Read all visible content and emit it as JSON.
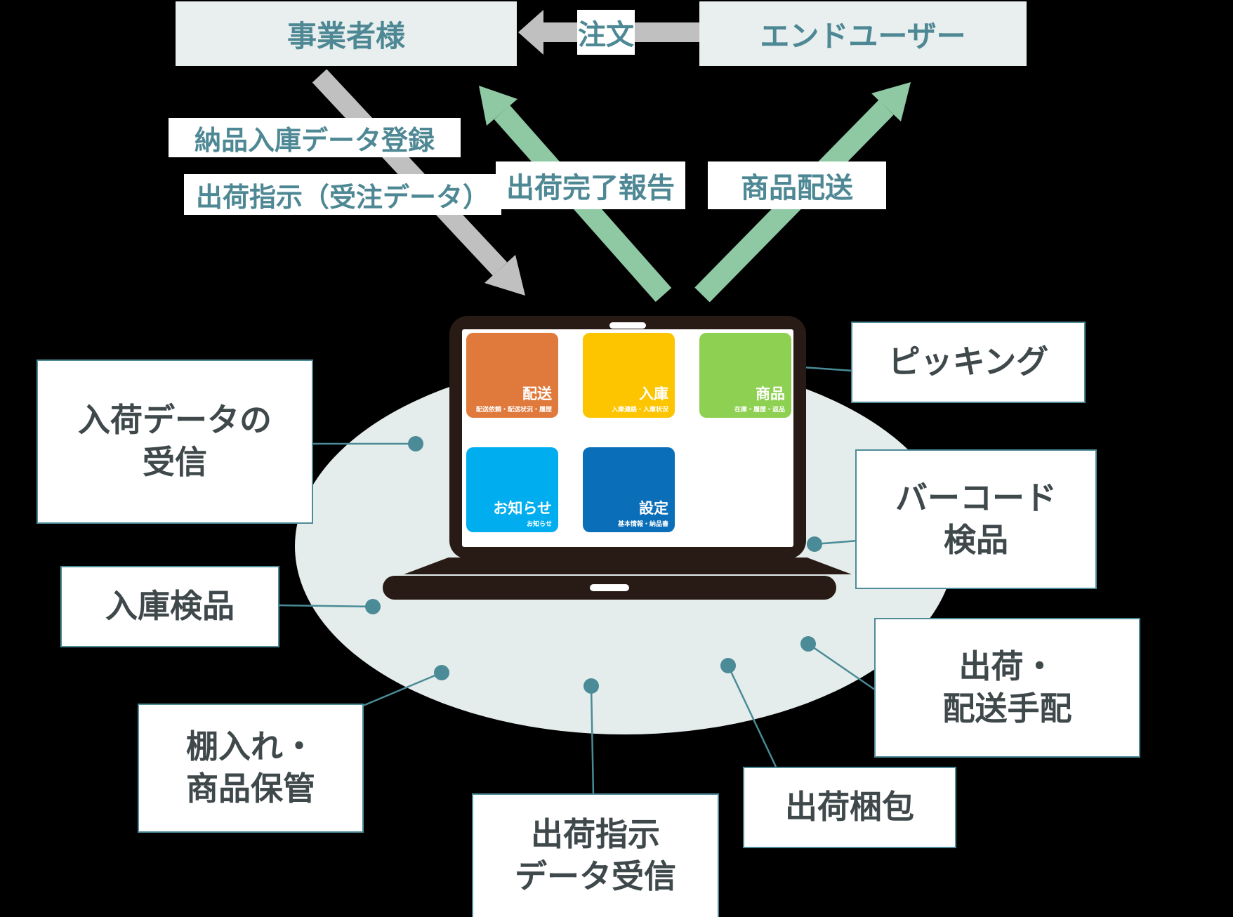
{
  "diagram": {
    "actors": {
      "business": "事業者様",
      "end_user": "エンドユーザー"
    },
    "flow_labels": {
      "order": "注文",
      "delivery_data_register": "納品入庫データ登録",
      "shipping_instruction": "出荷指示（受注データ）",
      "shipping_complete_report": "出荷完了報告",
      "product_delivery": "商品配送"
    },
    "laptop_app": {
      "tiles": [
        {
          "title": "配送",
          "subtitle": "配送依頼・配送状況・履歴",
          "color": "#e0793c"
        },
        {
          "title": "入庫",
          "subtitle": "入庫連絡・入庫状況",
          "color": "#fdc500"
        },
        {
          "title": "商品",
          "subtitle": "在庫・履歴・返品",
          "color": "#8ed051"
        },
        {
          "title": "お知らせ",
          "subtitle": "お知らせ",
          "color": "#00aeef"
        },
        {
          "title": "設定",
          "subtitle": "基本情報・納品書",
          "color": "#0b6eb8"
        }
      ]
    },
    "processes": [
      {
        "name": "receive-arrival-data",
        "lines": [
          "入荷データの",
          "受信"
        ]
      },
      {
        "name": "warehouse-inspection",
        "lines": [
          "入庫検品"
        ]
      },
      {
        "name": "shelving-storage",
        "lines": [
          "棚入れ・",
          "商品保管"
        ]
      },
      {
        "name": "receive-shipping-instruction-data",
        "lines": [
          "出荷指示",
          "データ受信"
        ]
      },
      {
        "name": "shipping-packing",
        "lines": [
          "出荷梱包"
        ]
      },
      {
        "name": "shipping-delivery-arrangement",
        "lines": [
          "出荷・",
          "配送手配"
        ]
      },
      {
        "name": "barcode-inspection",
        "lines": [
          "バーコード",
          "検品"
        ]
      },
      {
        "name": "picking",
        "lines": [
          "ピッキング"
        ]
      }
    ],
    "colors": {
      "teal_text": "#4e8894",
      "dark_text": "#3f484a",
      "teal_line": "#4a8b97",
      "gray_arrow": "#c0c0c0",
      "green_arrow": "#8ec9a4",
      "ellipse": "#e4edeb",
      "laptop_body": "#281a15",
      "actor_box_bg": "#e8efee"
    }
  }
}
